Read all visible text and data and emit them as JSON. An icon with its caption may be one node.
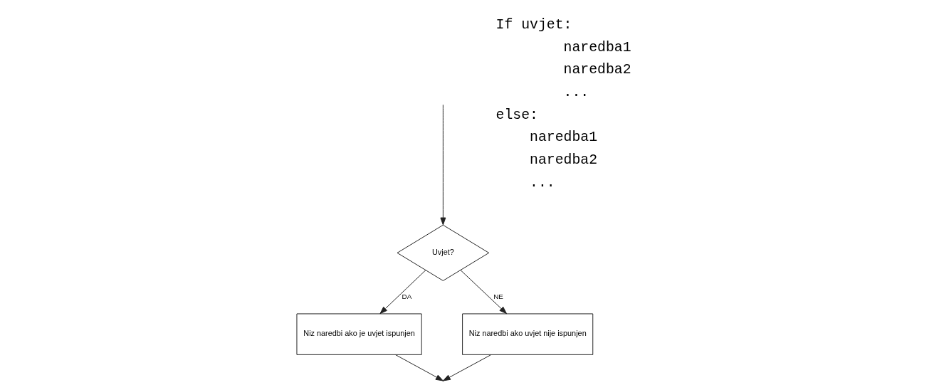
{
  "diagram": {
    "nodes": [
      {
        "text": [
          "Uvjet?"
        ]
      },
      {
        "text": [
          "Niz naredbi ako je uvjet ispunjen"
        ]
      },
      {
        "text": [
          "Niz naredbi ako uvjet nije ispunjen"
        ]
      }
    ],
    "edges": [
      {
        "from": null,
        "to": 0,
        "arrow": "to"
      },
      {
        "from": 0,
        "to": 1,
        "label": "DA",
        "arrow": "to"
      },
      {
        "from": 0,
        "to": 2,
        "label": "NE",
        "arrow": "to"
      },
      {
        "from": 1,
        "to": null,
        "arrow": "to"
      },
      {
        "from": 2,
        "to": null,
        "arrow": "to"
      }
    ],
    "labels": [
      "If uvjet:",
      "naredba1",
      "naredba2",
      "...",
      "else:",
      "naredba1",
      "naredba2",
      "..."
    ]
  }
}
